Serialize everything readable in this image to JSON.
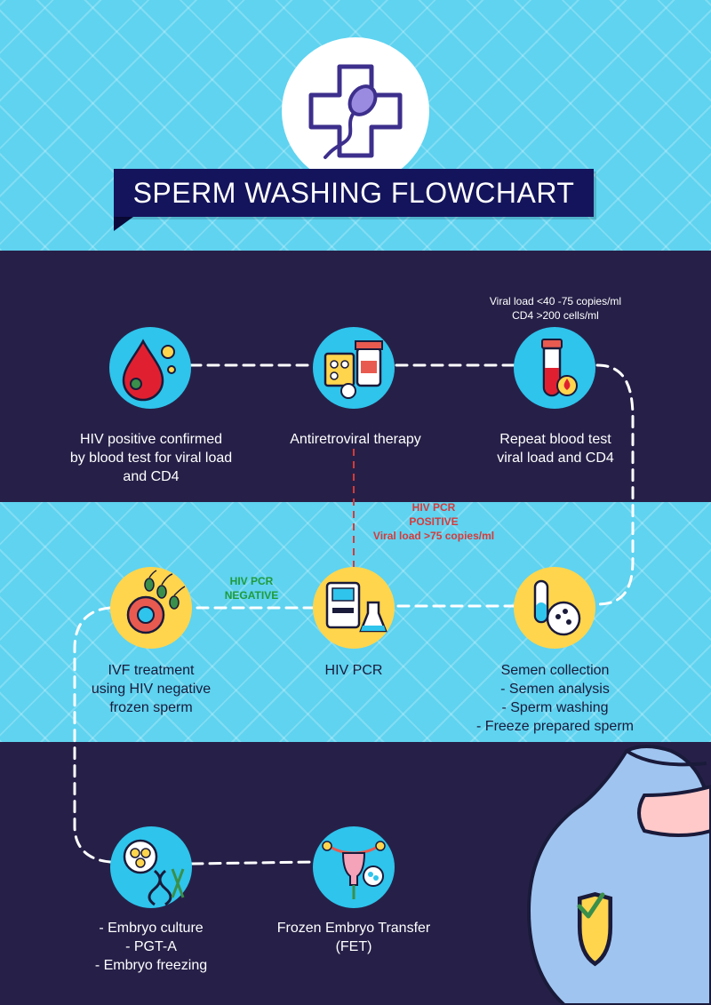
{
  "title": "SPERM WASHING FLOWCHART",
  "colors": {
    "light_band": "#5fd3f0",
    "dark_band": "#262048",
    "title_bg": "#14145c",
    "node_blue": "#2ec4ec",
    "node_yellow": "#ffd54d",
    "positive_red": "#d63a3a",
    "negative_green": "#1f9b3a"
  },
  "nodes": {
    "hiv_positive": {
      "label": "HIV positive confirmed\nby blood test for viral load\nand CD4",
      "icon": "blood-drop-virus-icon"
    },
    "antiretroviral": {
      "label": "Antiretroviral therapy",
      "icon": "medicine-pills-icon"
    },
    "repeat_test": {
      "label": "Repeat blood test\nviral load and CD4",
      "icon": "blood-test-tube-icon"
    },
    "ivf": {
      "label": "IVF treatment\nusing HIV negative\nfrozen sperm",
      "icon": "egg-sperm-icon"
    },
    "hiv_pcr": {
      "label": "HIV PCR",
      "icon": "pcr-machine-icon"
    },
    "semen_collection": {
      "label": "Semen collection\n- Semen analysis\n- Sperm washing\n- Freeze prepared sperm",
      "icon": "semen-sample-icon"
    },
    "embryo_culture": {
      "label": "- Embryo culture\n- PGT-A\n- Embryo freezing",
      "icon": "embryo-dna-icon"
    },
    "fet": {
      "label": "Frozen Embryo Transfer\n(FET)",
      "icon": "uterus-transfer-icon"
    }
  },
  "notes": {
    "viral_target": "Viral load <40 -75 copies/ml\nCD4 >200 cells/ml",
    "pcr_positive": "HIV PCR\nPOSITIVE\nViral load >75 copies/ml",
    "pcr_negative": "HIV PCR\nNEGATIVE"
  },
  "icons": {
    "logo": "sperm-medical-cross-icon",
    "illustration": "pregnant-belly-shield-icon"
  }
}
